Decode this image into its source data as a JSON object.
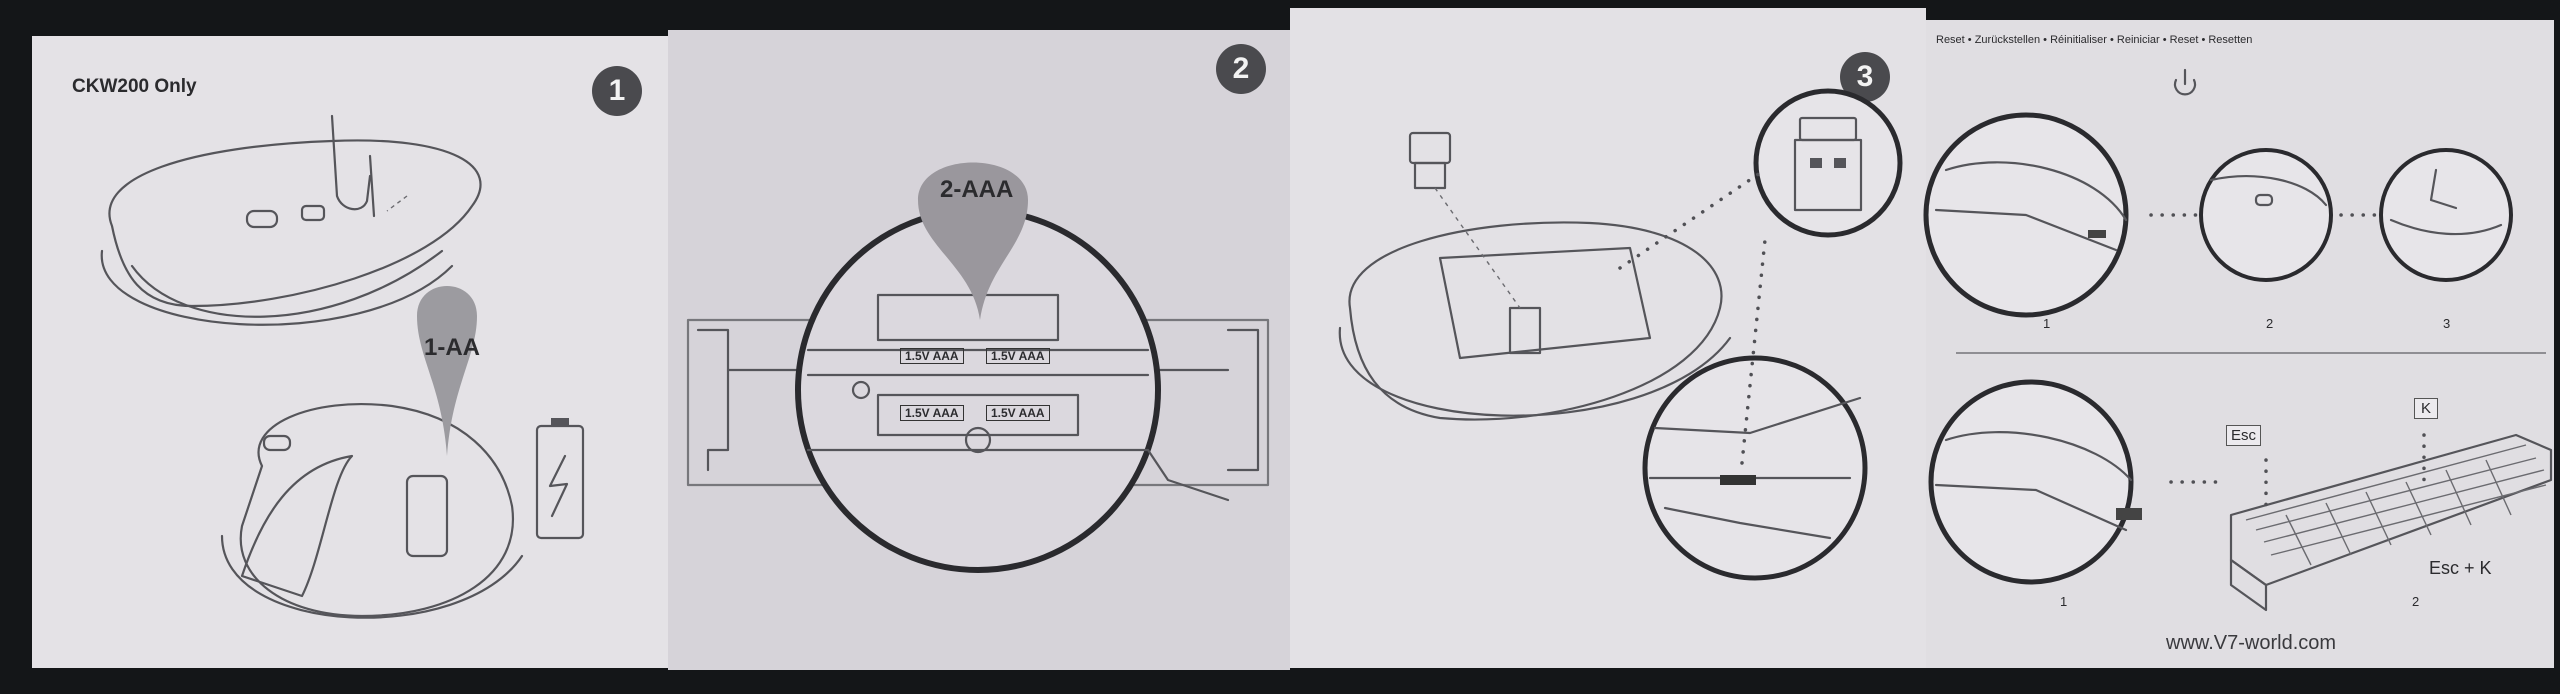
{
  "panel1": {
    "heading": "CKW200 Only",
    "step_number": "1",
    "battery_label": "1-AA",
    "icon": "battery-charge-icon"
  },
  "panel2": {
    "step_number": "2",
    "battery_label": "2-AAA",
    "cell_labels": [
      "1.5V AAA",
      "1.5V AAA",
      "1.5V AAA",
      "1.5V AAA"
    ]
  },
  "panel3": {
    "step_number": "3",
    "icon": "usb-receiver-icon"
  },
  "panel4": {
    "reset_title": "Reset • Zurückstellen • Réinitialiser • Reiniciar • Reset • Resetten",
    "icon": "power-icon",
    "top_steps": [
      "1",
      "2",
      "3"
    ],
    "bottom_steps": [
      "1",
      "2"
    ],
    "key_esc": "Esc",
    "key_k": "K",
    "combo": "Esc + K",
    "website": "www.V7-world.com"
  }
}
